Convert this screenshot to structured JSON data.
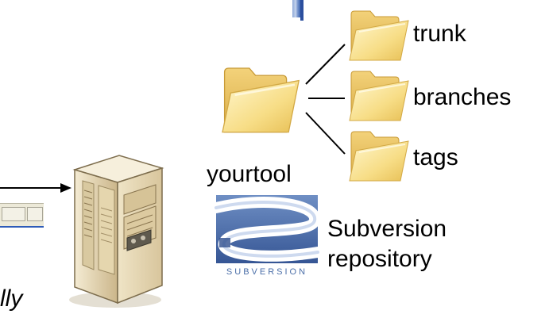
{
  "diagram": {
    "folders": {
      "root": "yourtool",
      "children": [
        "trunk",
        "branches",
        "tags"
      ]
    },
    "repository": {
      "line1": "Subversion",
      "line2": "repository",
      "logo_text": "SUBVERSION"
    },
    "partial_text": "lly"
  },
  "colors": {
    "folder_light": "#fbecb2",
    "folder_dark": "#e3be5c",
    "server_body": "#e8dcc0",
    "logo_blue": "#4a6ea8"
  }
}
